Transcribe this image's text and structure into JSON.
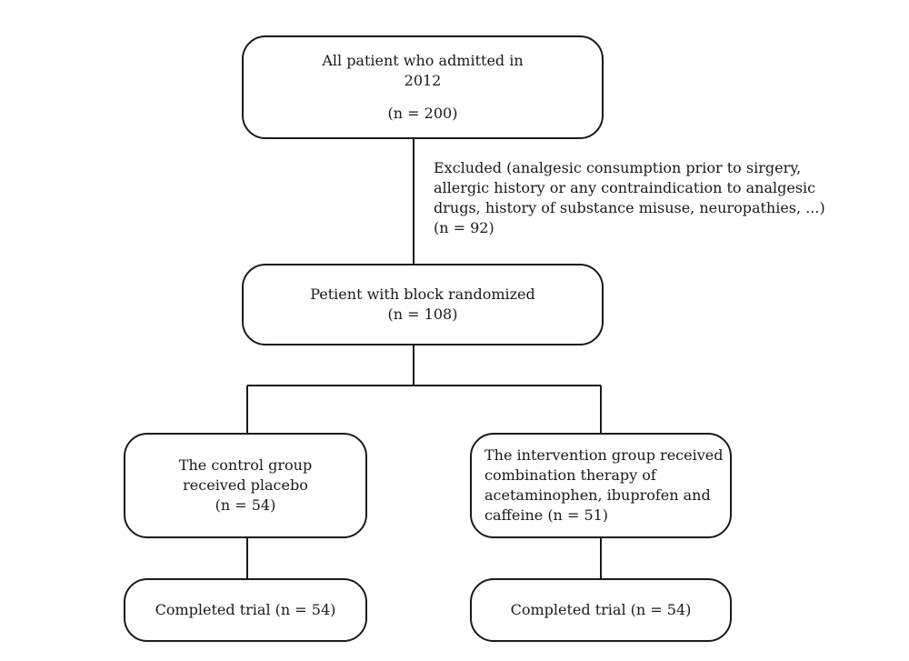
{
  "flowchart": {
    "admitted": {
      "line1": "All patient who admitted in",
      "line2": "2012",
      "count": "(n = 200)"
    },
    "excluded": {
      "line1": "Excluded (analgesic consumption prior to sirgery,",
      "line2": "allergic history or any contraindication to analgesic",
      "line3": "drugs, history of substance misuse, neuropathies, ...)",
      "count": "(n = 92)"
    },
    "randomized": {
      "line1": "Petient with block randomized",
      "count": "(n = 108)"
    },
    "control": {
      "line1": "The control group",
      "line2": "received placebo",
      "count": "(n = 54)"
    },
    "intervention": {
      "line1": "The intervention group received",
      "line2": "combination therapy of",
      "line3": "acetaminophen, ibuprofen and",
      "line4": "caffeine (n = 51)"
    },
    "completed_control": {
      "label": "Completed trial (n = 54)"
    },
    "completed_intervention": {
      "label": "Completed trial (n = 54)"
    }
  }
}
